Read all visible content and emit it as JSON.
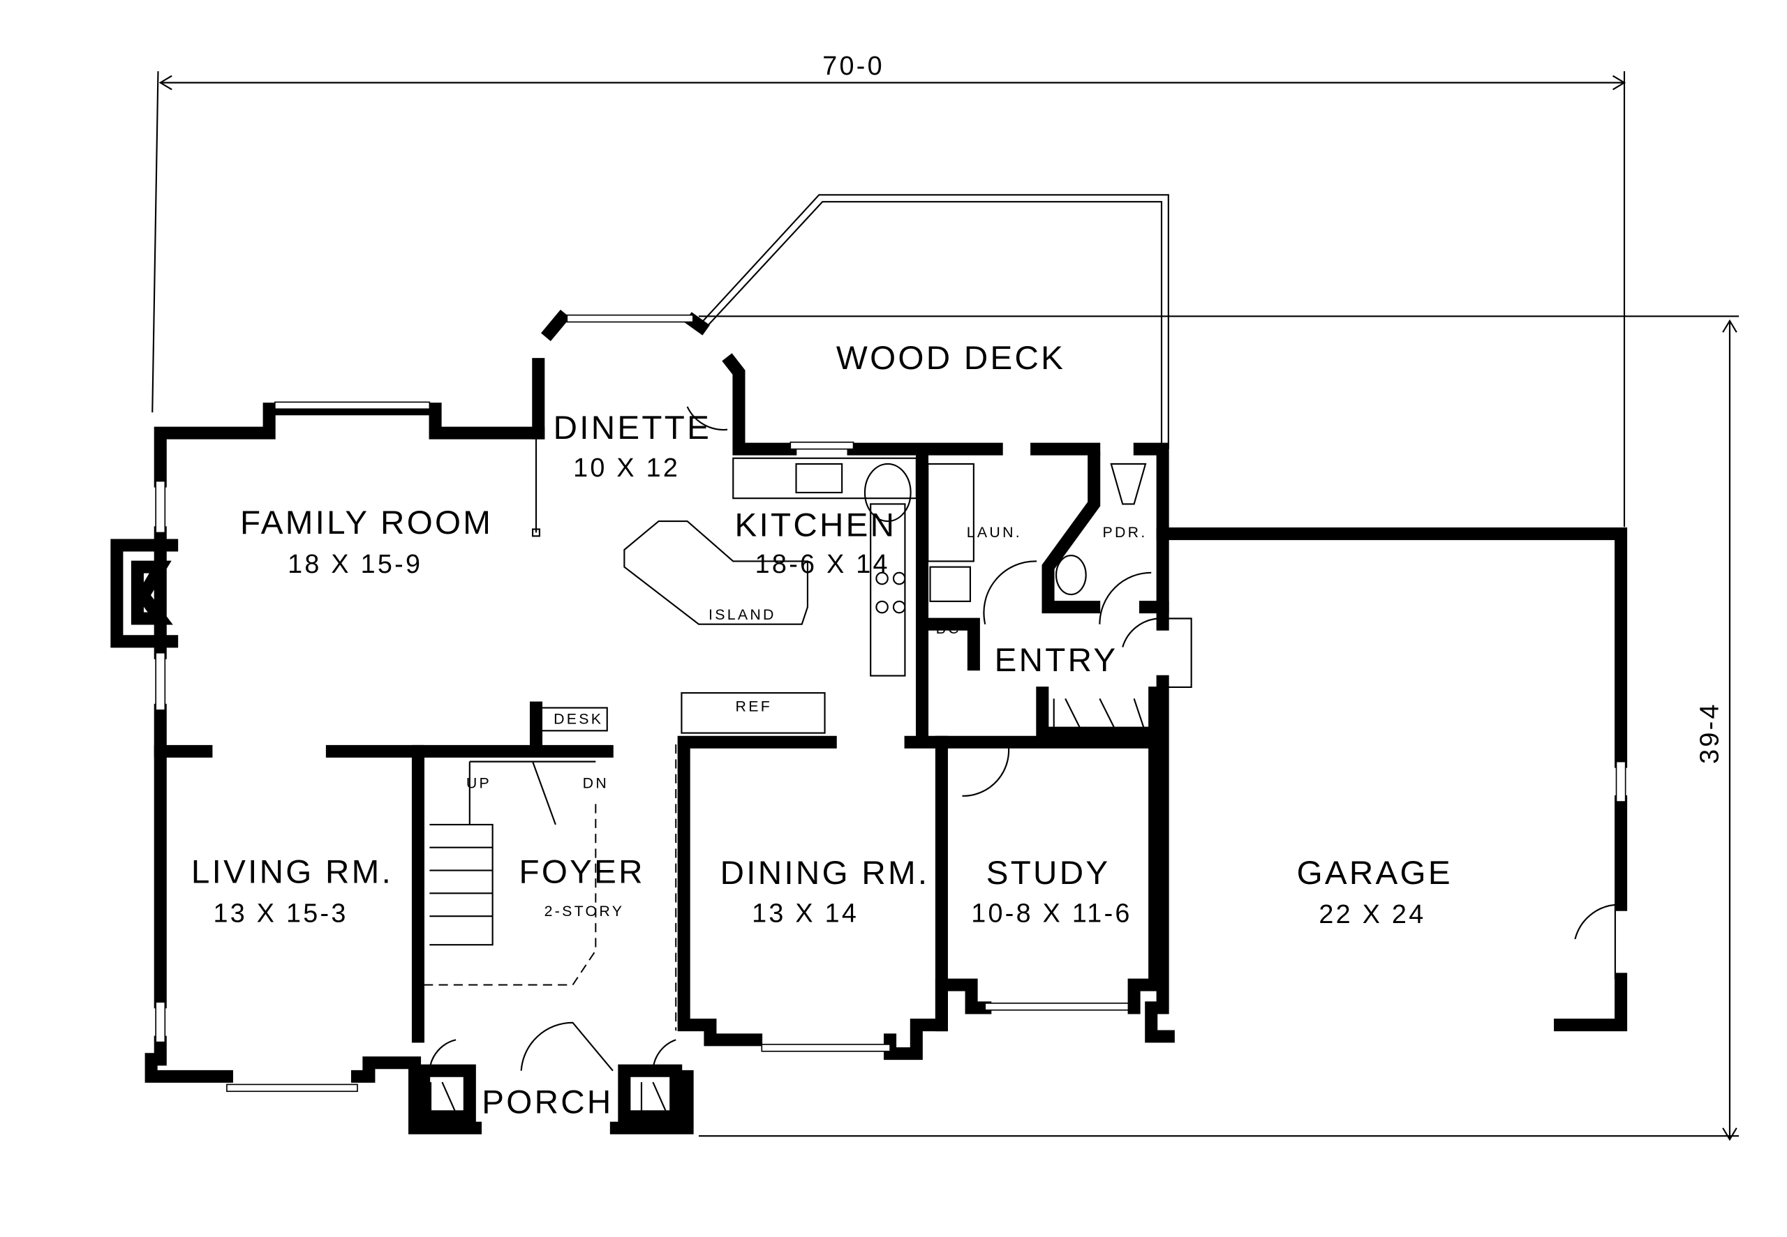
{
  "dimensions": {
    "width": "70-0",
    "depth": "39-4"
  },
  "rooms": {
    "wood_deck": {
      "name": "WOOD DECK"
    },
    "dinette": {
      "name": "DINETTE",
      "size": "10 X 12"
    },
    "family_room": {
      "name": "FAMILY ROOM",
      "size": "18 X 15-9"
    },
    "kitchen": {
      "name": "KITCHEN",
      "size": "18-6 X 14"
    },
    "island": {
      "name": "ISLAND"
    },
    "laundry": {
      "name": "LAUN."
    },
    "powder": {
      "name": "PDR."
    },
    "broom_closet": {
      "name": "BC"
    },
    "entry": {
      "name": "ENTRY"
    },
    "ref": {
      "name": "REF"
    },
    "desk": {
      "name": "DESK"
    },
    "stairs_up": {
      "name": "UP"
    },
    "stairs_down": {
      "name": "DN"
    },
    "living_room": {
      "name": "LIVING RM.",
      "size": "13 X 15-3"
    },
    "foyer": {
      "name": "FOYER",
      "note": "2-STORY"
    },
    "dining_room": {
      "name": "DINING RM.",
      "size": "13 X 14"
    },
    "study": {
      "name": "STUDY",
      "size": "10-8 X 11-6"
    },
    "garage": {
      "name": "GARAGE",
      "size": "22 X 24"
    },
    "porch": {
      "name": "PORCH"
    }
  }
}
